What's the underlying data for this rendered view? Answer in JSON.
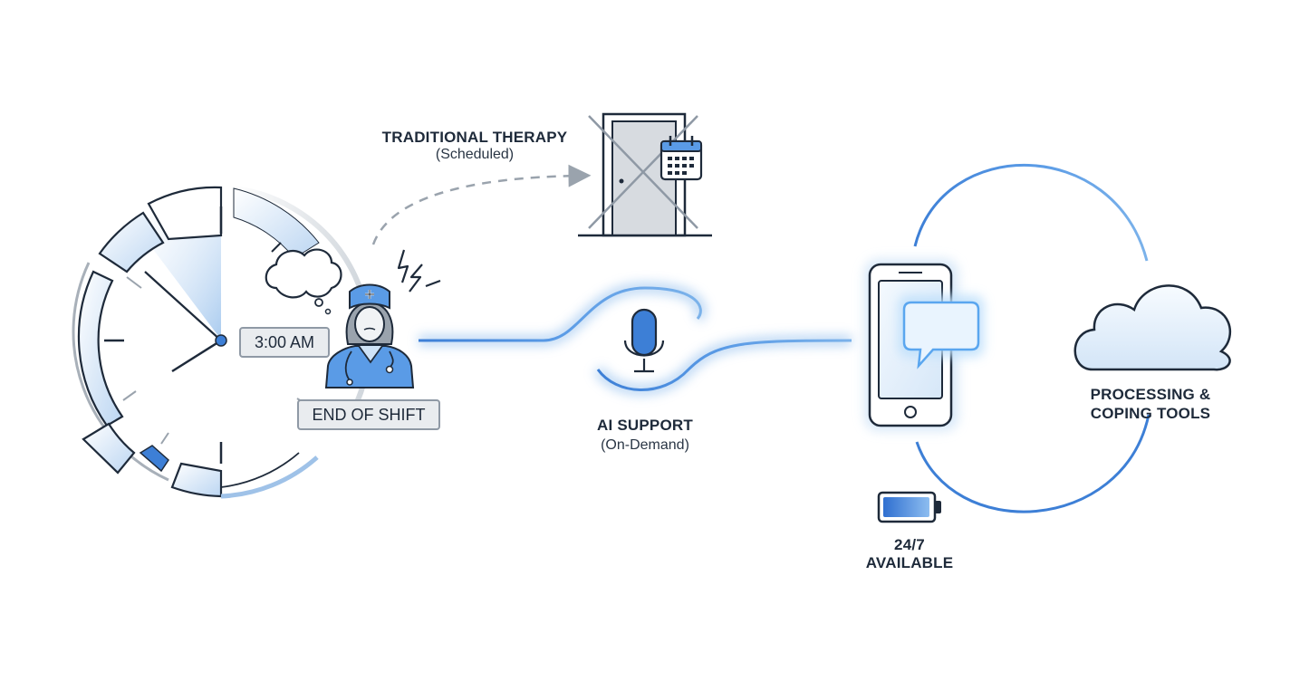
{
  "labels": {
    "time_badge": "3:00 AM",
    "shift_badge": "END OF SHIFT",
    "traditional_title": "TRADITIONAL THERAPY",
    "traditional_sub": "(Scheduled)",
    "ai_title": "AI SUPPORT",
    "ai_sub": "(On-Demand)",
    "tools_line1": "PROCESSING &",
    "tools_line2": "COPING TOOLS",
    "avail_line1": "24/7",
    "avail_line2": "AVAILABLE"
  },
  "battery_level": 0.88,
  "colors": {
    "outline": "#1e2a3a",
    "accent": "#3d7fd6",
    "accent_light": "#cfe3f7",
    "gray": "#9aa3ad"
  }
}
